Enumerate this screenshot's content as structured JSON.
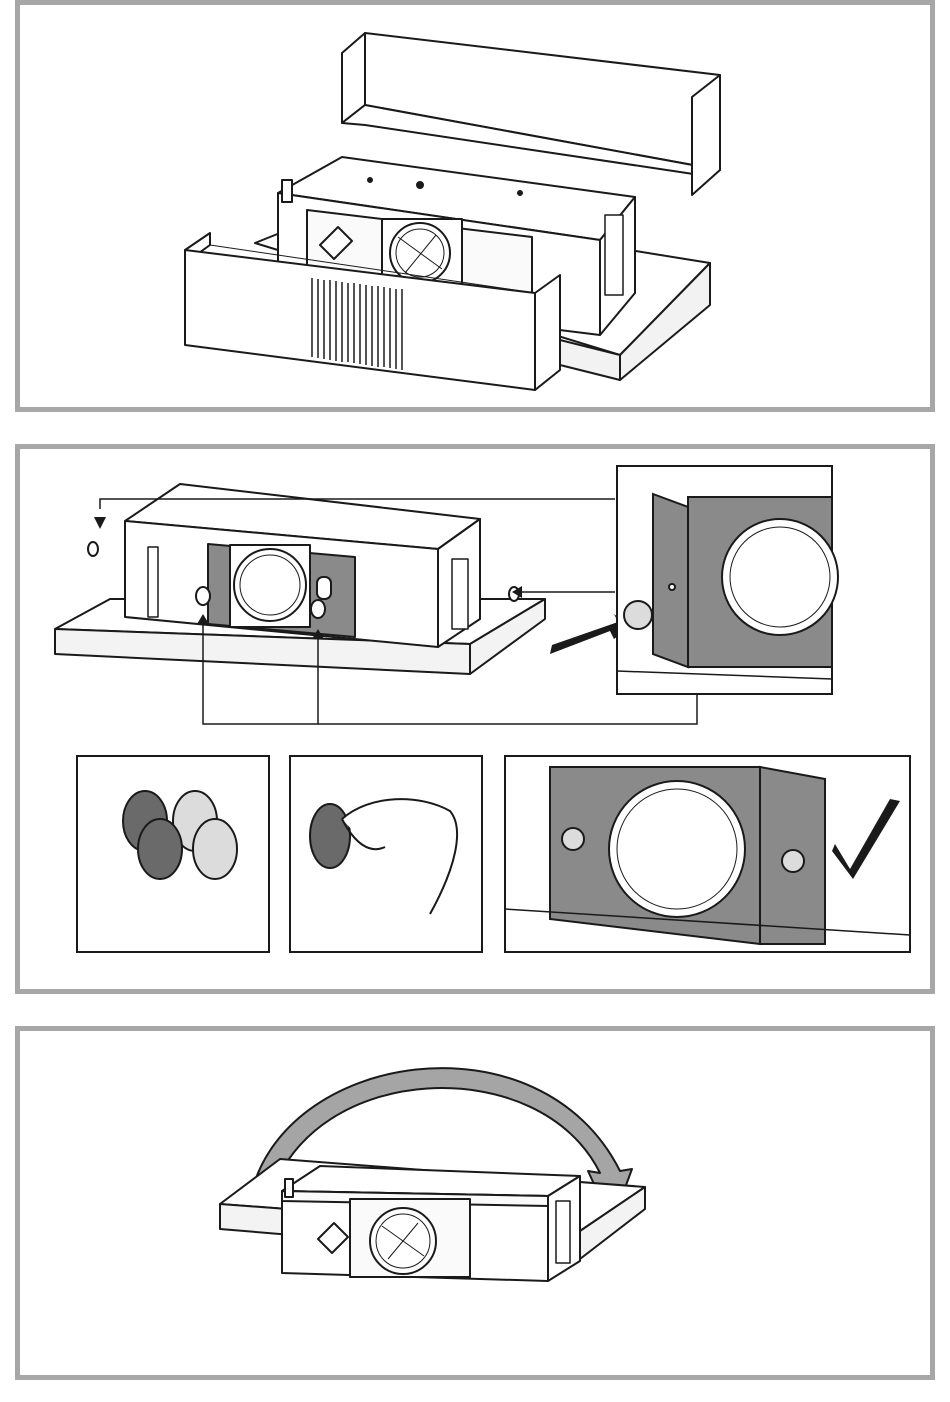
{
  "figure": {
    "colors": {
      "panel_border": "#a7a7a7",
      "line": "#1a1a1a",
      "filter_dark": "#6a6a6a",
      "filter_light": "#dcdcdc",
      "plate_grey": "#8a8a8a",
      "arrow_grey": "#a5a5a5"
    },
    "panels": [
      {
        "id": "step-remove-covers",
        "icons": [
          "upper-chimney-cover",
          "lower-chimney-cover",
          "hood-motor-box",
          "mounting-frame"
        ]
      },
      {
        "id": "step-filter-caps",
        "icons": [
          "motor-box",
          "cap-detail",
          "cap-set",
          "peel-cap",
          "cap-fitted",
          "check-mark-icon"
        ]
      },
      {
        "id": "step-rotate-box",
        "icons": [
          "rotate-arrow-icon",
          "motor-box"
        ]
      }
    ]
  }
}
